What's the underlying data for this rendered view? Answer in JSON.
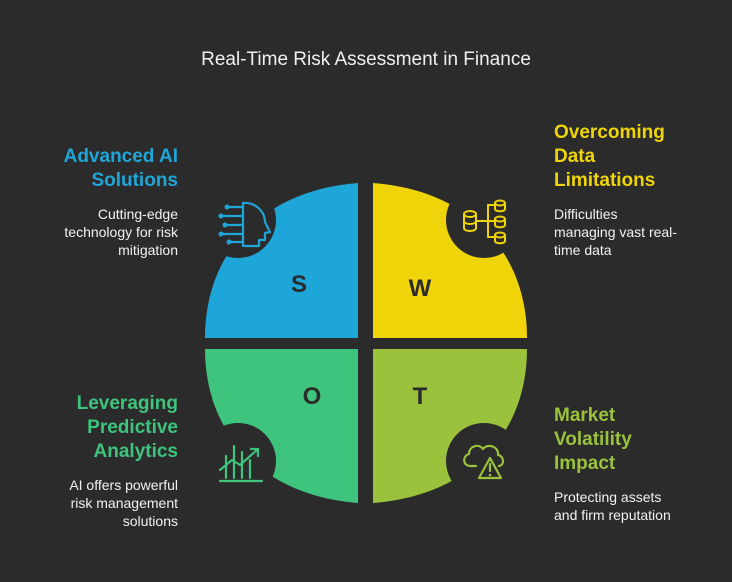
{
  "title": "Real-Time Risk Assessment in Finance",
  "colors": {
    "background": "#2b2b2b",
    "strength": "#1fa6d8",
    "weakness": "#f0d40a",
    "opportunity": "#3fc47e",
    "threat": "#9ac23c",
    "icon_circle": "#2b2b2b"
  },
  "quadrants": {
    "s": {
      "letter": "S",
      "heading": "Advanced AI Solutions",
      "heading_lines": [
        "Advanced AI",
        "Solutions"
      ],
      "description_lines": [
        "Cutting-edge",
        "technology for risk",
        "mitigation"
      ],
      "icon": "ai-head-circuit-icon"
    },
    "w": {
      "letter": "W",
      "heading": "Overcoming Data Limitations",
      "heading_lines": [
        "Overcoming",
        "Data",
        "Limitations"
      ],
      "description_lines": [
        "Difficulties",
        "managing vast real-",
        "time data"
      ],
      "icon": "database-network-icon"
    },
    "o": {
      "letter": "O",
      "heading": "Leveraging Predictive Analytics",
      "heading_lines": [
        "Leveraging",
        "Predictive",
        "Analytics"
      ],
      "description_lines": [
        "AI offers powerful",
        "risk management",
        "solutions"
      ],
      "icon": "trend-chart-icon"
    },
    "t": {
      "letter": "T",
      "heading": "Market Volatility Impact",
      "heading_lines": [
        "Market",
        "Volatility",
        "Impact"
      ],
      "description_lines": [
        "Protecting assets",
        "and firm reputation"
      ],
      "icon": "cloud-warning-icon"
    }
  }
}
